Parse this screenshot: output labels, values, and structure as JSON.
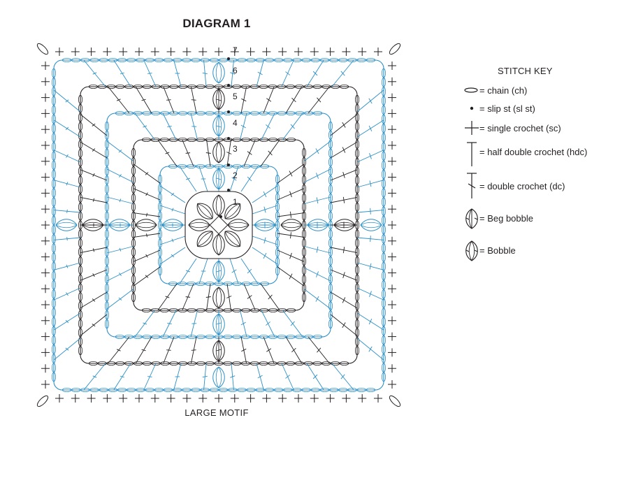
{
  "diagram": {
    "title": "DIAGRAM 1",
    "caption": "LARGE MOTIF",
    "round_labels": [
      "1",
      "2",
      "3",
      "4",
      "5",
      "6",
      "7"
    ],
    "colors": {
      "black": "#231f20",
      "blue": "#2b8fc6"
    }
  },
  "stitch_key": {
    "title": "STITCH KEY",
    "items": [
      {
        "icon": "chain-icon",
        "label": "= chain (ch)"
      },
      {
        "icon": "slip-stitch-icon",
        "label": "= slip st (sl st)"
      },
      {
        "icon": "single-crochet-icon",
        "label": "= single crochet (sc)"
      },
      {
        "icon": "half-double-crochet-icon",
        "label": "= half double crochet (hdc)"
      },
      {
        "icon": "double-crochet-icon",
        "label": "= double crochet (dc)"
      },
      {
        "icon": "beg-bobble-icon",
        "label": "= Beg bobble"
      },
      {
        "icon": "bobble-icon",
        "label": "= Bobble"
      }
    ]
  }
}
